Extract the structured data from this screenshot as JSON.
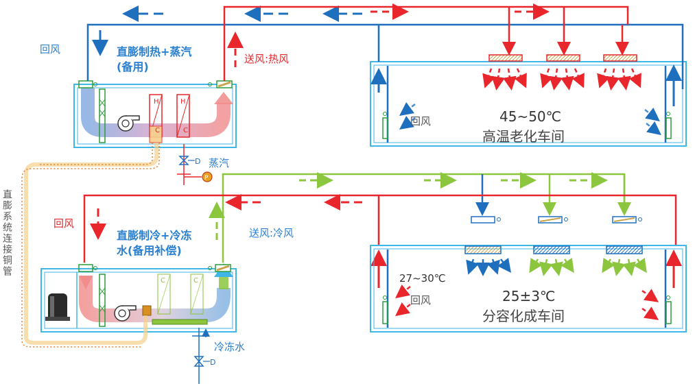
{
  "labels": {
    "return_air_top": "回风",
    "return_air_bottom": "回风",
    "unit_top_title_1": "直膨制热+蒸汽",
    "unit_top_title_2": "(备用)",
    "supply_hot": "送风:热风",
    "supply_cold": "送风:冷风",
    "steam": "蒸汽",
    "chilled_water": "冷冻水",
    "unit_bottom_title_1": "直膨制冷+冷冻",
    "unit_bottom_title_2": "水(备用补偿)",
    "pipe_note": "直膨系统连接铜管",
    "room_top_temp": "45~50℃",
    "room_top_name": "高温老化车间",
    "room_top_return": "回风",
    "room_bottom_temp": "25±3℃",
    "room_bottom_name": "分容化成车间",
    "room_bottom_return": "回风",
    "room_bottom_local_temp": "27~30℃",
    "coil_h": "H",
    "coil_c": "C",
    "valve_d": "D",
    "gauge_p": "P"
  },
  "colors": {
    "red": "#e8262b",
    "blue": "#1f6fbf",
    "green": "#8cc63f",
    "cyan": "#3fb6e8",
    "orange": "#f0a030",
    "text_blue": "#2a7fd0",
    "text_red": "#e8262b"
  }
}
